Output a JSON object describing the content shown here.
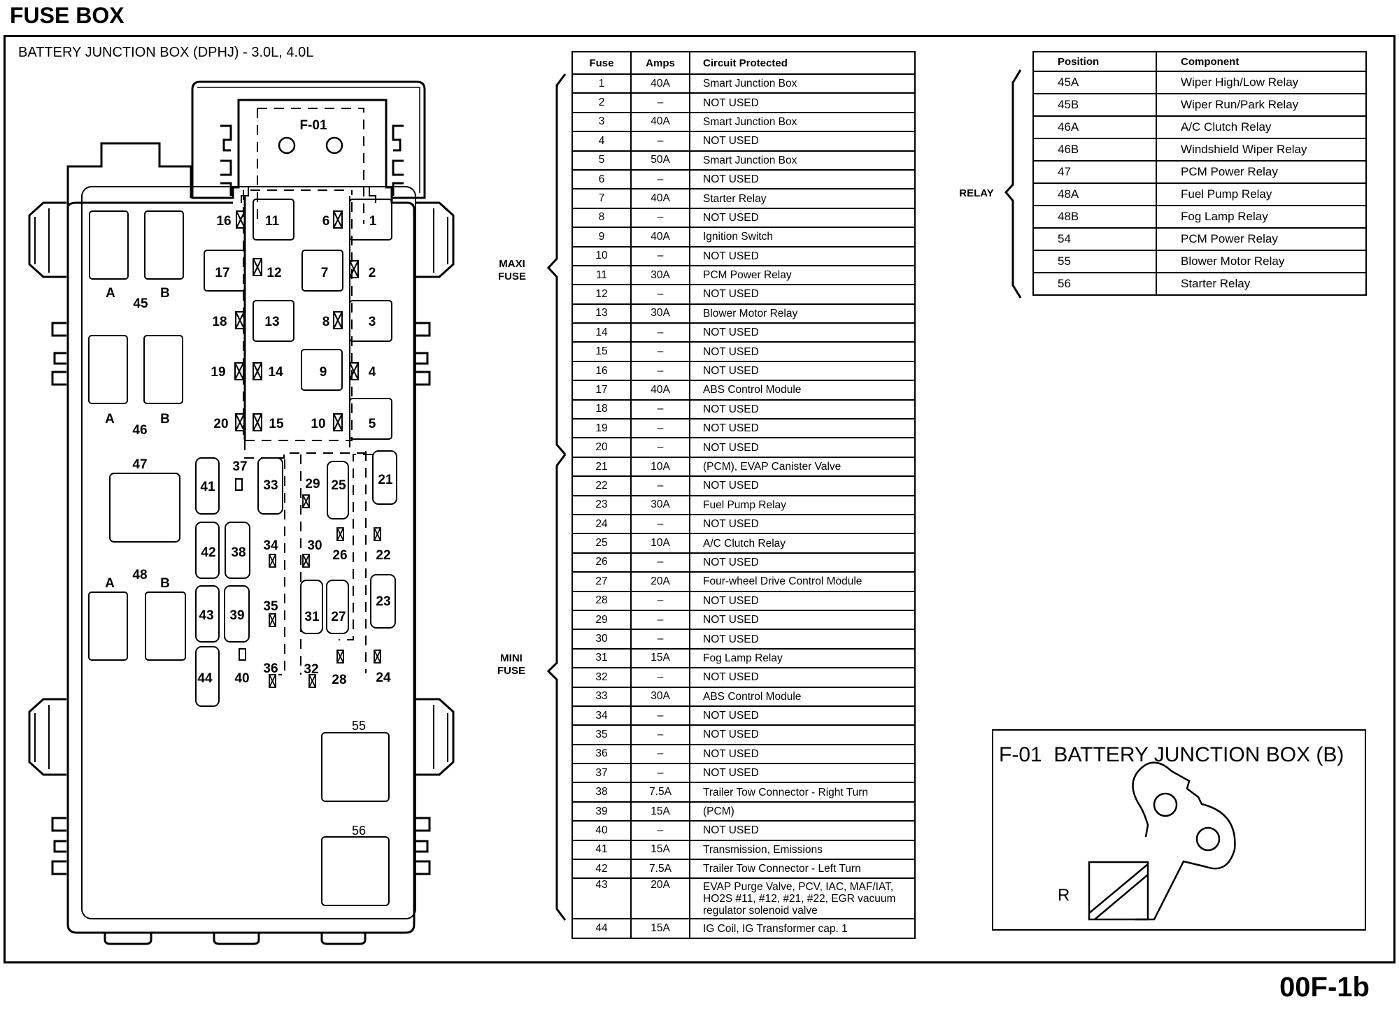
{
  "title": "FUSE BOX",
  "subtitle": "BATTERY JUNCTION BOX (DPHJ) - 3.0L, 4.0L",
  "diagram_code": "00F-1b",
  "diagram": {
    "f01_label": "F-01",
    "maxi_fuse_labels": [
      "1",
      "2",
      "3",
      "4",
      "5",
      "6",
      "7",
      "8",
      "9",
      "10",
      "11",
      "12",
      "13",
      "14",
      "15",
      "16",
      "17",
      "18",
      "19",
      "20"
    ],
    "mini_fuse_labels": [
      "21",
      "22",
      "23",
      "24",
      "25",
      "26",
      "27",
      "28",
      "29",
      "30",
      "31",
      "32",
      "33",
      "34",
      "35",
      "36",
      "37",
      "38",
      "39",
      "40",
      "41",
      "42",
      "43",
      "44"
    ],
    "relay_labels": {
      "r45": "45",
      "r46": "46",
      "r47": "47",
      "r48": "48",
      "r55": "55",
      "r56": "56",
      "a": "A",
      "b": "B"
    }
  },
  "fuse_table": {
    "headers": [
      "Fuse",
      "Amps",
      "Circuit Protected"
    ],
    "rows": [
      {
        "fuse": "1",
        "amps": "40A",
        "circuit": "Smart Junction Box"
      },
      {
        "fuse": "2",
        "amps": "–",
        "circuit": "NOT USED"
      },
      {
        "fuse": "3",
        "amps": "40A",
        "circuit": "Smart Junction Box"
      },
      {
        "fuse": "4",
        "amps": "–",
        "circuit": "NOT USED"
      },
      {
        "fuse": "5",
        "amps": "50A",
        "circuit": "Smart Junction Box"
      },
      {
        "fuse": "6",
        "amps": "–",
        "circuit": "NOT USED"
      },
      {
        "fuse": "7",
        "amps": "40A",
        "circuit": "Starter Relay"
      },
      {
        "fuse": "8",
        "amps": "–",
        "circuit": "NOT USED"
      },
      {
        "fuse": "9",
        "amps": "40A",
        "circuit": "Ignition Switch"
      },
      {
        "fuse": "10",
        "amps": "–",
        "circuit": "NOT USED"
      },
      {
        "fuse": "11",
        "amps": "30A",
        "circuit": "PCM Power Relay"
      },
      {
        "fuse": "12",
        "amps": "–",
        "circuit": "NOT USED"
      },
      {
        "fuse": "13",
        "amps": "30A",
        "circuit": "Blower Motor Relay"
      },
      {
        "fuse": "14",
        "amps": "–",
        "circuit": "NOT USED"
      },
      {
        "fuse": "15",
        "amps": "–",
        "circuit": "NOT USED"
      },
      {
        "fuse": "16",
        "amps": "–",
        "circuit": "NOT USED"
      },
      {
        "fuse": "17",
        "amps": "40A",
        "circuit": "ABS Control Module"
      },
      {
        "fuse": "18",
        "amps": "–",
        "circuit": "NOT USED"
      },
      {
        "fuse": "19",
        "amps": "–",
        "circuit": "NOT USED"
      },
      {
        "fuse": "20",
        "amps": "–",
        "circuit": "NOT USED"
      },
      {
        "fuse": "21",
        "amps": "10A",
        "circuit": "(PCM), EVAP Canister Valve"
      },
      {
        "fuse": "22",
        "amps": "–",
        "circuit": "NOT USED"
      },
      {
        "fuse": "23",
        "amps": "30A",
        "circuit": "Fuel Pump Relay"
      },
      {
        "fuse": "24",
        "amps": "–",
        "circuit": "NOT USED"
      },
      {
        "fuse": "25",
        "amps": "10A",
        "circuit": "A/C Clutch Relay"
      },
      {
        "fuse": "26",
        "amps": "–",
        "circuit": "NOT USED"
      },
      {
        "fuse": "27",
        "amps": "20A",
        "circuit": "Four-wheel Drive Control Module"
      },
      {
        "fuse": "28",
        "amps": "–",
        "circuit": "NOT USED"
      },
      {
        "fuse": "29",
        "amps": "–",
        "circuit": "NOT USED"
      },
      {
        "fuse": "30",
        "amps": "–",
        "circuit": "NOT USED"
      },
      {
        "fuse": "31",
        "amps": "15A",
        "circuit": "Fog Lamp Relay"
      },
      {
        "fuse": "32",
        "amps": "–",
        "circuit": "NOT USED"
      },
      {
        "fuse": "33",
        "amps": "30A",
        "circuit": "ABS Control Module"
      },
      {
        "fuse": "34",
        "amps": "–",
        "circuit": "NOT USED"
      },
      {
        "fuse": "35",
        "amps": "–",
        "circuit": "NOT USED"
      },
      {
        "fuse": "36",
        "amps": "–",
        "circuit": "NOT USED"
      },
      {
        "fuse": "37",
        "amps": "–",
        "circuit": "NOT USED"
      },
      {
        "fuse": "38",
        "amps": "7.5A",
        "circuit": "Trailer Tow Connector - Right Turn"
      },
      {
        "fuse": "39",
        "amps": "15A",
        "circuit": "(PCM)"
      },
      {
        "fuse": "40",
        "amps": "–",
        "circuit": "NOT USED"
      },
      {
        "fuse": "41",
        "amps": "15A",
        "circuit": "Transmission, Emissions"
      },
      {
        "fuse": "42",
        "amps": "7.5A",
        "circuit": "Trailer Tow Connector - Left Turn"
      },
      {
        "fuse": "43",
        "amps": "20A",
        "circuit": "EVAP Purge Valve, PCV, IAC, MAF/IAT, HO2S #11, #12, #21, #22, EGR vacuum regulator solenoid valve"
      },
      {
        "fuse": "44",
        "amps": "15A",
        "circuit": "IG Coil, IG Transformer cap. 1"
      }
    ],
    "group_labels": {
      "maxi_line1": "MAXI",
      "maxi_line2": "FUSE",
      "mini_line1": "MINI",
      "mini_line2": "FUSE"
    }
  },
  "relay_table": {
    "headers": [
      "Position",
      "Component"
    ],
    "group_label": "RELAY",
    "rows": [
      {
        "position": "45A",
        "component": "Wiper High/Low Relay"
      },
      {
        "position": "45B",
        "component": "Wiper Run/Park Relay"
      },
      {
        "position": "46A",
        "component": "A/C Clutch Relay"
      },
      {
        "position": "46B",
        "component": "Windshield Wiper Relay"
      },
      {
        "position": "47",
        "component": "PCM Power Relay"
      },
      {
        "position": "48A",
        "component": "Fuel Pump Relay"
      },
      {
        "position": "48B",
        "component": "Fog Lamp Relay"
      },
      {
        "position": "54",
        "component": "PCM Power Relay"
      },
      {
        "position": "55",
        "component": "Blower Motor Relay"
      },
      {
        "position": "56",
        "component": "Starter Relay"
      }
    ]
  },
  "inset": {
    "title_code": "F-01",
    "title": "BATTERY JUNCTION BOX (B)",
    "terminal_label": "R"
  }
}
